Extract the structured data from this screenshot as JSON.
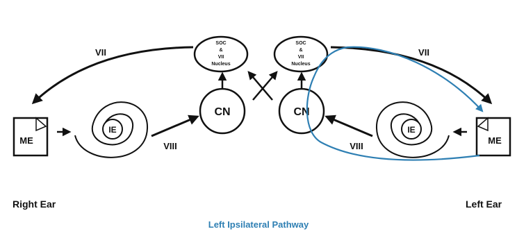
{
  "nodes": {
    "soc_left": {
      "line1": "SOC",
      "line2": "&",
      "line3": "VII",
      "line4": "Nucleus"
    },
    "soc_right": {
      "line1": "SOC",
      "line2": "&",
      "line3": "VII",
      "line4": "Nucleus"
    },
    "cn_left": "CN",
    "cn_right": "CN",
    "ie_left": "IE",
    "ie_right": "IE",
    "me_left": "ME",
    "me_right": "ME"
  },
  "edge_labels": {
    "vii_left": "VII",
    "vii_right": "VII",
    "viii_left": "VIII",
    "viii_right": "VIII"
  },
  "side_labels": {
    "right_ear": "Right Ear",
    "left_ear": "Left Ear"
  },
  "caption": "Left Ipsilateral Pathway",
  "colors": {
    "stroke": "#111111",
    "pathway": "#2e7fb3",
    "caption": "#2e7fb3"
  }
}
